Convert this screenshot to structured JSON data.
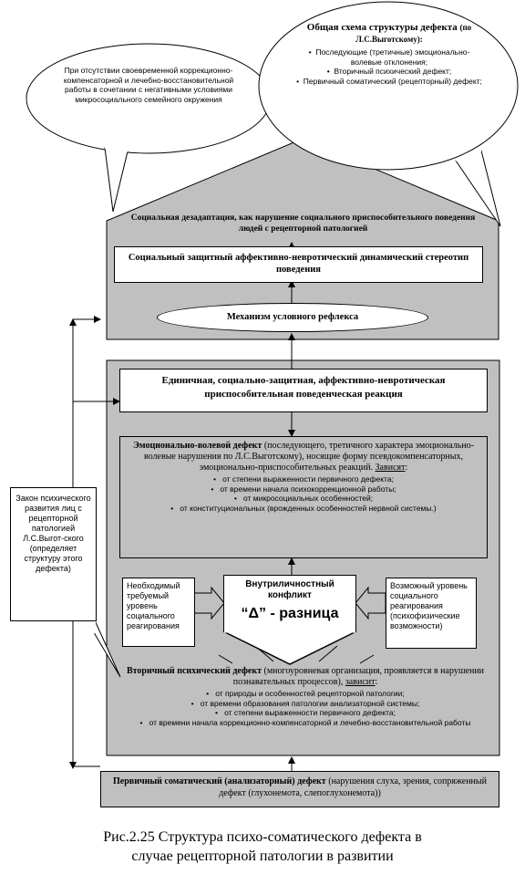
{
  "cloud_left": {
    "text": "При отсутствии своевременной коррекционно-компенсаторной и лечебно-восстановительной работы в сочетании с негативными условиями микросоциального семейного окружения"
  },
  "cloud_right": {
    "title": "Общая схема структуры дефекта",
    "title_suffix": "(по Л.С.Выготскому):",
    "items": [
      "Последующие (третичные) эмоционально-волевые отклонения;",
      "Вторичный психический дефект;",
      "Первичный соматический (рецепторный) дефект;"
    ]
  },
  "upper_block": {
    "title": "Социальная дезадаптация, как нарушение социального приспособительного поведения людей с рецепторной патологией",
    "stereotype": "Социальный защитный аффективно-невротический динамический стереотип поведения",
    "reflex": "Механизм условного рефлекса"
  },
  "lower_block": {
    "reaction": "Единичная, социально-защитная, аффективно-невротическая приспособительная поведенческая реакция",
    "emotional": {
      "title_bold": "Эмоционально-волевой дефект",
      "title_rest": "(последующего, третичного характера эмоционально-волевые нарушения по Л.С.Выготскому), носящие форму псевдокомпенсаторных, эмоционально-приспособительных реакций.",
      "depends_label": "Зависят",
      "items": [
        "от степени выраженности первичного дефекта;",
        "от времени начала психокоррекционной работы;",
        "от микросоциальных особенностей;",
        "от конституциональных (врожденных особенностей нервной системы.)"
      ]
    },
    "needed": "Необходимый требуемый уровень социального реагирования",
    "possible": "Возможный уровень социального реагирования (психофизические возможности)",
    "conflict_title": "Внутриличностный конфликт",
    "delta": "“Δ” - разница",
    "secondary": {
      "title_bold": "Вторичный психический дефект",
      "title_rest": "(многоуровневая организация, проявляется в нарушении познавательных процессов),",
      "depends_label": "зависит",
      "items": [
        "от природы и особенностей рецепторной патологии;",
        "от времени образования патологии анализаторной системы;",
        "от степени выраженности первичного дефекта;",
        "от времени начала коррекционно-компенсаторной и лечебно-восстановительной работы"
      ]
    }
  },
  "law_box": {
    "text": "Закон психического развития лиц с рецепторной патологией Л.С.Выгот-ского (определяет структуру этого дефекта)"
  },
  "primary": {
    "title_bold": "Первичный соматический (анализаторный) дефект",
    "title_rest": "(нарушения слуха, зрения, сопряженный дефект (глухонемота, слепоглухонемота))"
  },
  "caption": {
    "line1": "Рис.2.25 Структура психо-соматического дефекта в",
    "line2": "случае рецепторной патологии в развитии"
  }
}
